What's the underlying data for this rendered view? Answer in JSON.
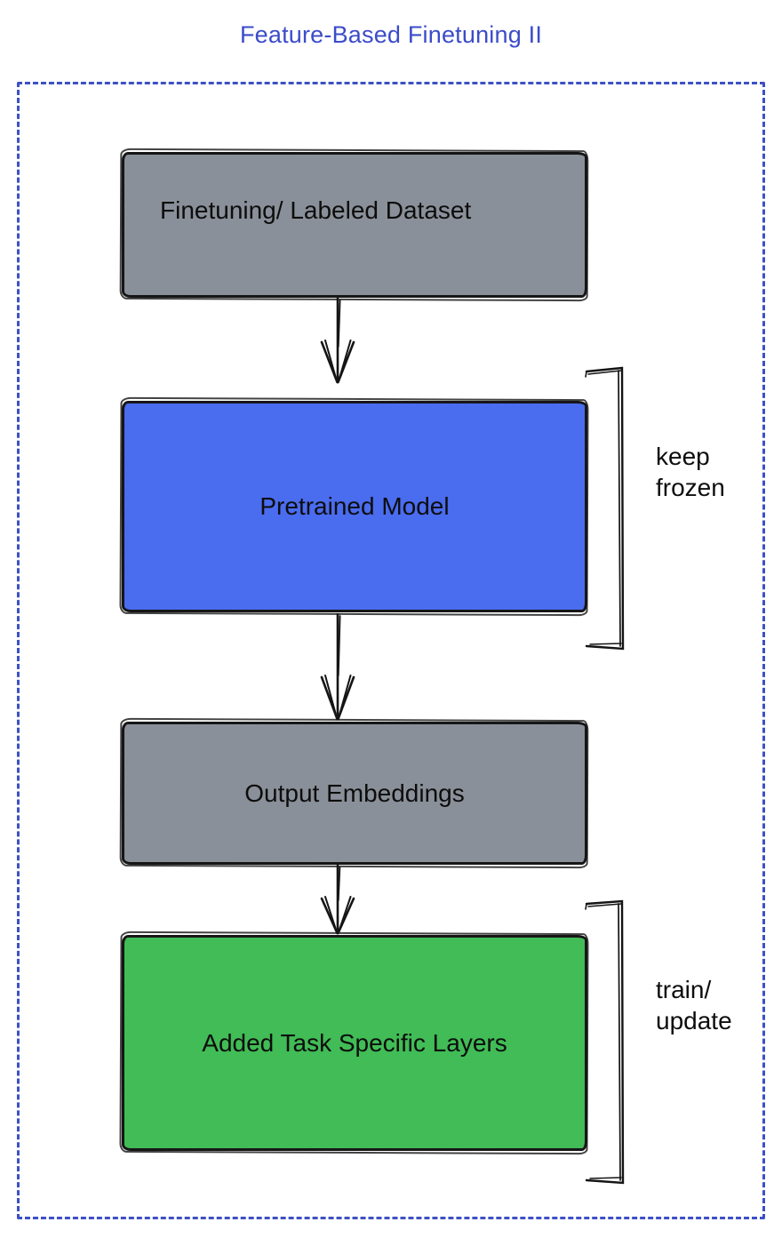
{
  "title": "Feature-Based Finetuning II",
  "colors": {
    "title_text": "#3b4cc9",
    "dashed_frame": "#3e50c4",
    "gray_fill": "#8a9099",
    "blue_fill": "#4a6cef",
    "green_fill": "#41bc56",
    "sketch_stroke": "#161616",
    "label_text": "#0d0d0d"
  },
  "diagram": {
    "nodes": [
      {
        "id": "dataset",
        "label": "Finetuning/ Labeled Dataset",
        "fill": "gray"
      },
      {
        "id": "pretrained",
        "label": "Pretrained Model",
        "fill": "blue"
      },
      {
        "id": "embeddings",
        "label": "Output Embeddings",
        "fill": "gray"
      },
      {
        "id": "tasklayers",
        "label": "Added Task Specific Layers",
        "fill": "green"
      }
    ],
    "edges": [
      {
        "from": "dataset",
        "to": "pretrained",
        "style": "arrow-down"
      },
      {
        "from": "pretrained",
        "to": "embeddings",
        "style": "arrow-down"
      },
      {
        "from": "embeddings",
        "to": "tasklayers",
        "style": "arrow-down"
      }
    ],
    "annotations": [
      {
        "target": "pretrained",
        "label": "keep\nfrozen"
      },
      {
        "target": "tasklayers",
        "label": "train/\nupdate"
      }
    ]
  }
}
